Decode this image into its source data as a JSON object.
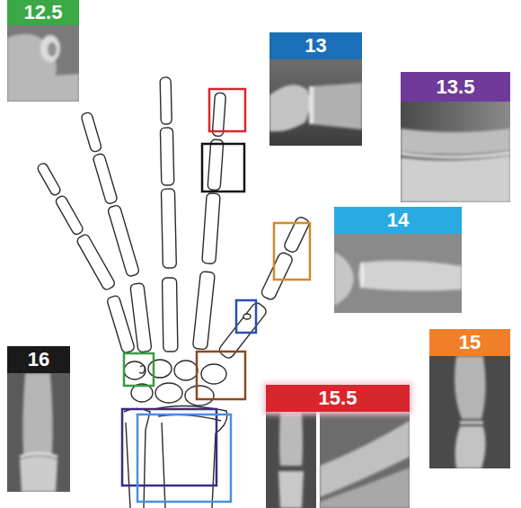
{
  "diagram": {
    "nodes": [
      {
        "text": [
          "12.5"
        ]
      },
      {
        "text": [
          "13"
        ]
      },
      {
        "text": [
          "13.5"
        ]
      },
      {
        "text": [
          "14"
        ]
      },
      {
        "text": [
          "15"
        ]
      },
      {
        "text": [
          "16"
        ]
      },
      {
        "text": [
          "15.5"
        ]
      }
    ]
  }
}
